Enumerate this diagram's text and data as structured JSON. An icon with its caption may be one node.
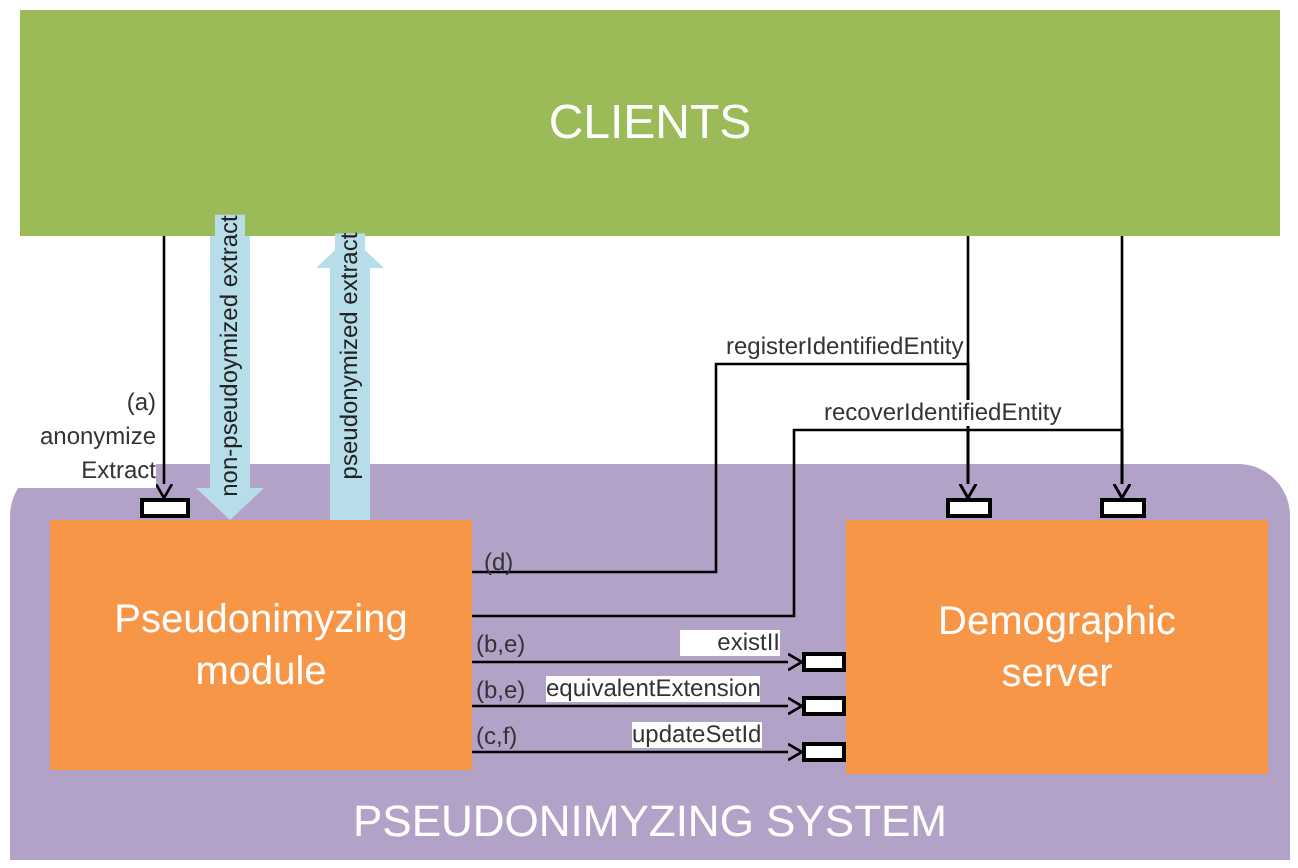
{
  "diagram": {
    "nodes": [
      {
        "text": [
          "CLIENTS"
        ]
      },
      {
        "text": [
          "PSEUDONIMYZING SYSTEM"
        ]
      },
      {
        "text": [
          "Pseudonimyzing module"
        ],
        "in": 1
      },
      {
        "text": [
          "Demographic server"
        ],
        "in": 1
      },
      {
        "text": [],
        "shape": "box",
        "in": 1
      },
      {
        "text": [],
        "shape": "box",
        "in": 1
      },
      {
        "text": [],
        "shape": "box",
        "in": 1
      },
      {
        "text": [],
        "shape": "box",
        "in": 1
      },
      {
        "text": [],
        "shape": "box",
        "in": 1
      },
      {
        "text": [],
        "shape": "box",
        "in": 1
      }
    ],
    "edges": [
      {
        "from": 0,
        "to": 4,
        "arrow": "to",
        "label": "(a) anonymize Extract"
      },
      {
        "from": 0,
        "to": 2,
        "arrow": "to",
        "label": "non-pseudoymized extract",
        "style": "thick",
        "color": "#b7dde8"
      },
      {
        "from": 2,
        "to": 0,
        "arrow": "to",
        "label": "pseudonymized extract",
        "style": "thick",
        "color": "#b7dde8"
      },
      {
        "from": 2,
        "to": 5,
        "arrow": "to",
        "label": "registerIdentifiedEntity"
      },
      {
        "from": 0,
        "to": 5,
        "arrow": "to"
      },
      {
        "from": 2,
        "to": 6,
        "arrow": "to",
        "label": "recoverIdentifiedEntity"
      },
      {
        "from": 0,
        "to": 6,
        "arrow": "to"
      },
      {
        "from": 2,
        "to": 7,
        "arrow": "to",
        "label": "existII"
      },
      {
        "from": 2,
        "to": 8,
        "arrow": "to",
        "label": "equivalentExtension"
      },
      {
        "from": 2,
        "to": 9,
        "arrow": "to",
        "label": "updateSetId"
      }
    ],
    "labels": [
      "(d)",
      "(b,e)",
      "(b,e)",
      "(c,f)"
    ]
  }
}
